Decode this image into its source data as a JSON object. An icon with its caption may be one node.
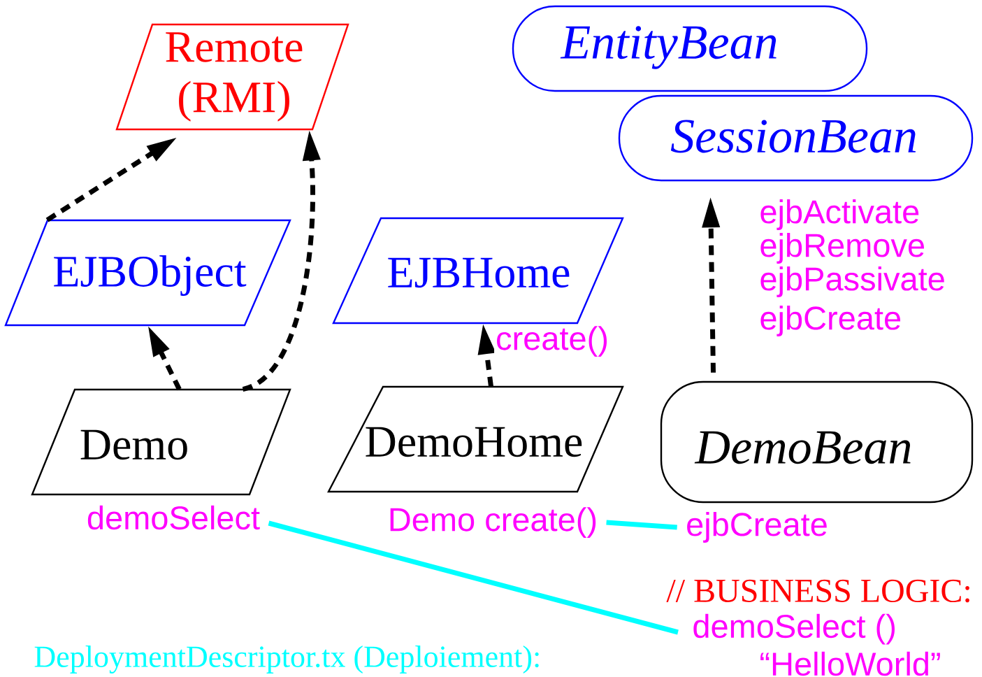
{
  "diagram": {
    "nodes": [
      {
        "text": [
          "Remote (RMI)"
        ]
      },
      {
        "text": [
          "EntityBean"
        ]
      },
      {
        "text": [
          "SessionBean"
        ]
      },
      {
        "text": [
          "EJBObject"
        ]
      },
      {
        "text": [
          "EJBHome"
        ]
      },
      {
        "text": [
          "Demo"
        ]
      },
      {
        "text": [
          "DemoHome"
        ]
      },
      {
        "text": [
          "DemoBean"
        ]
      },
      {
        "text": [
          "demoSelect"
        ]
      },
      {
        "text": [
          "Demo create()"
        ]
      },
      {
        "text": [
          "ejbCreate"
        ]
      },
      {
        "text": [
          "demoSelect ()",
          "“HelloWorld”"
        ]
      }
    ],
    "edges": [
      {
        "from": 3,
        "to": 0,
        "arrow": "to",
        "style": "dashed"
      },
      {
        "from": 5,
        "to": 0,
        "arrow": "to",
        "style": "dashed"
      },
      {
        "from": 5,
        "to": 3,
        "arrow": "to",
        "style": "dashed"
      },
      {
        "from": 6,
        "to": 4,
        "arrow": "to",
        "style": "dashed",
        "label": "create()"
      },
      {
        "from": 7,
        "to": 2,
        "arrow": "to",
        "style": "dashed"
      },
      {
        "from": 8,
        "to": 11,
        "arrow": "none",
        "color": "#00ffff"
      },
      {
        "from": 9,
        "to": 10,
        "arrow": "none",
        "color": "#00ffff"
      }
    ],
    "labels": [
      "ejbActivate",
      "ejbRemove",
      "ejbPassivate",
      "ejbCreate",
      "// BUSINESS LOGIC:",
      "DeploymentDescriptor.tx (Deploiement):"
    ]
  }
}
